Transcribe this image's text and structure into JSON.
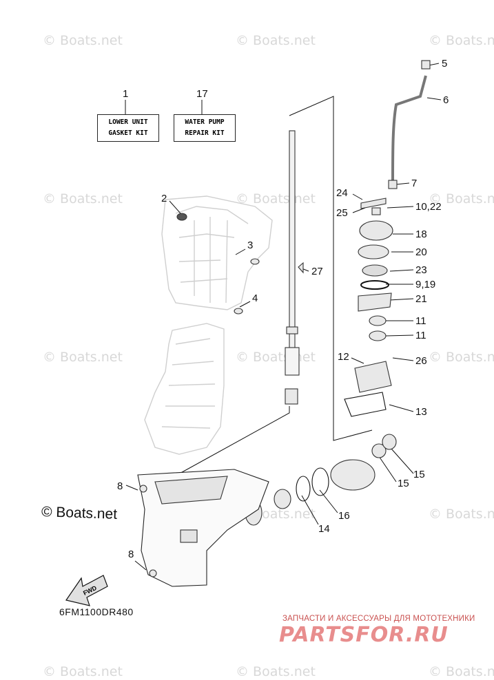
{
  "watermark_text": "© Boats.net",
  "kits": [
    {
      "callout": "1",
      "line1": "LOWER UNIT",
      "line2": "GASKET KIT"
    },
    {
      "callout": "17",
      "line1": "WATER PUMP",
      "line2": "REPAIR KIT"
    }
  ],
  "callouts": {
    "c2": "2",
    "c3": "3",
    "c4": "4",
    "c5": "5",
    "c6": "6",
    "c7": "7",
    "c24": "24",
    "c25": "25",
    "c10_22": "10,22",
    "c18": "18",
    "c20": "20",
    "c23": "23",
    "c9_19": "9,19",
    "c21": "21",
    "c27": "27",
    "c11a": "11",
    "c11b": "11",
    "c12": "12",
    "c26": "26",
    "c13": "13",
    "c15a": "15",
    "c15b": "15",
    "c8a": "8",
    "c8b": "8",
    "c14": "14",
    "c16": "16"
  },
  "copyright": "© Boats.net",
  "fwd_label": "FWD",
  "diagram_code": "6FM1100DR480",
  "brand": {
    "caption": "ЗАПЧАСТИ И АКСЕССУАРЫ ДЛЯ МОТОТЕХНИКИ",
    "logo": "PARTSFOR.RU"
  },
  "colors": {
    "line": "#111111",
    "ghost": "#cfcfcf",
    "watermark": "#d8d8d8",
    "brand": "#e88d8d"
  }
}
